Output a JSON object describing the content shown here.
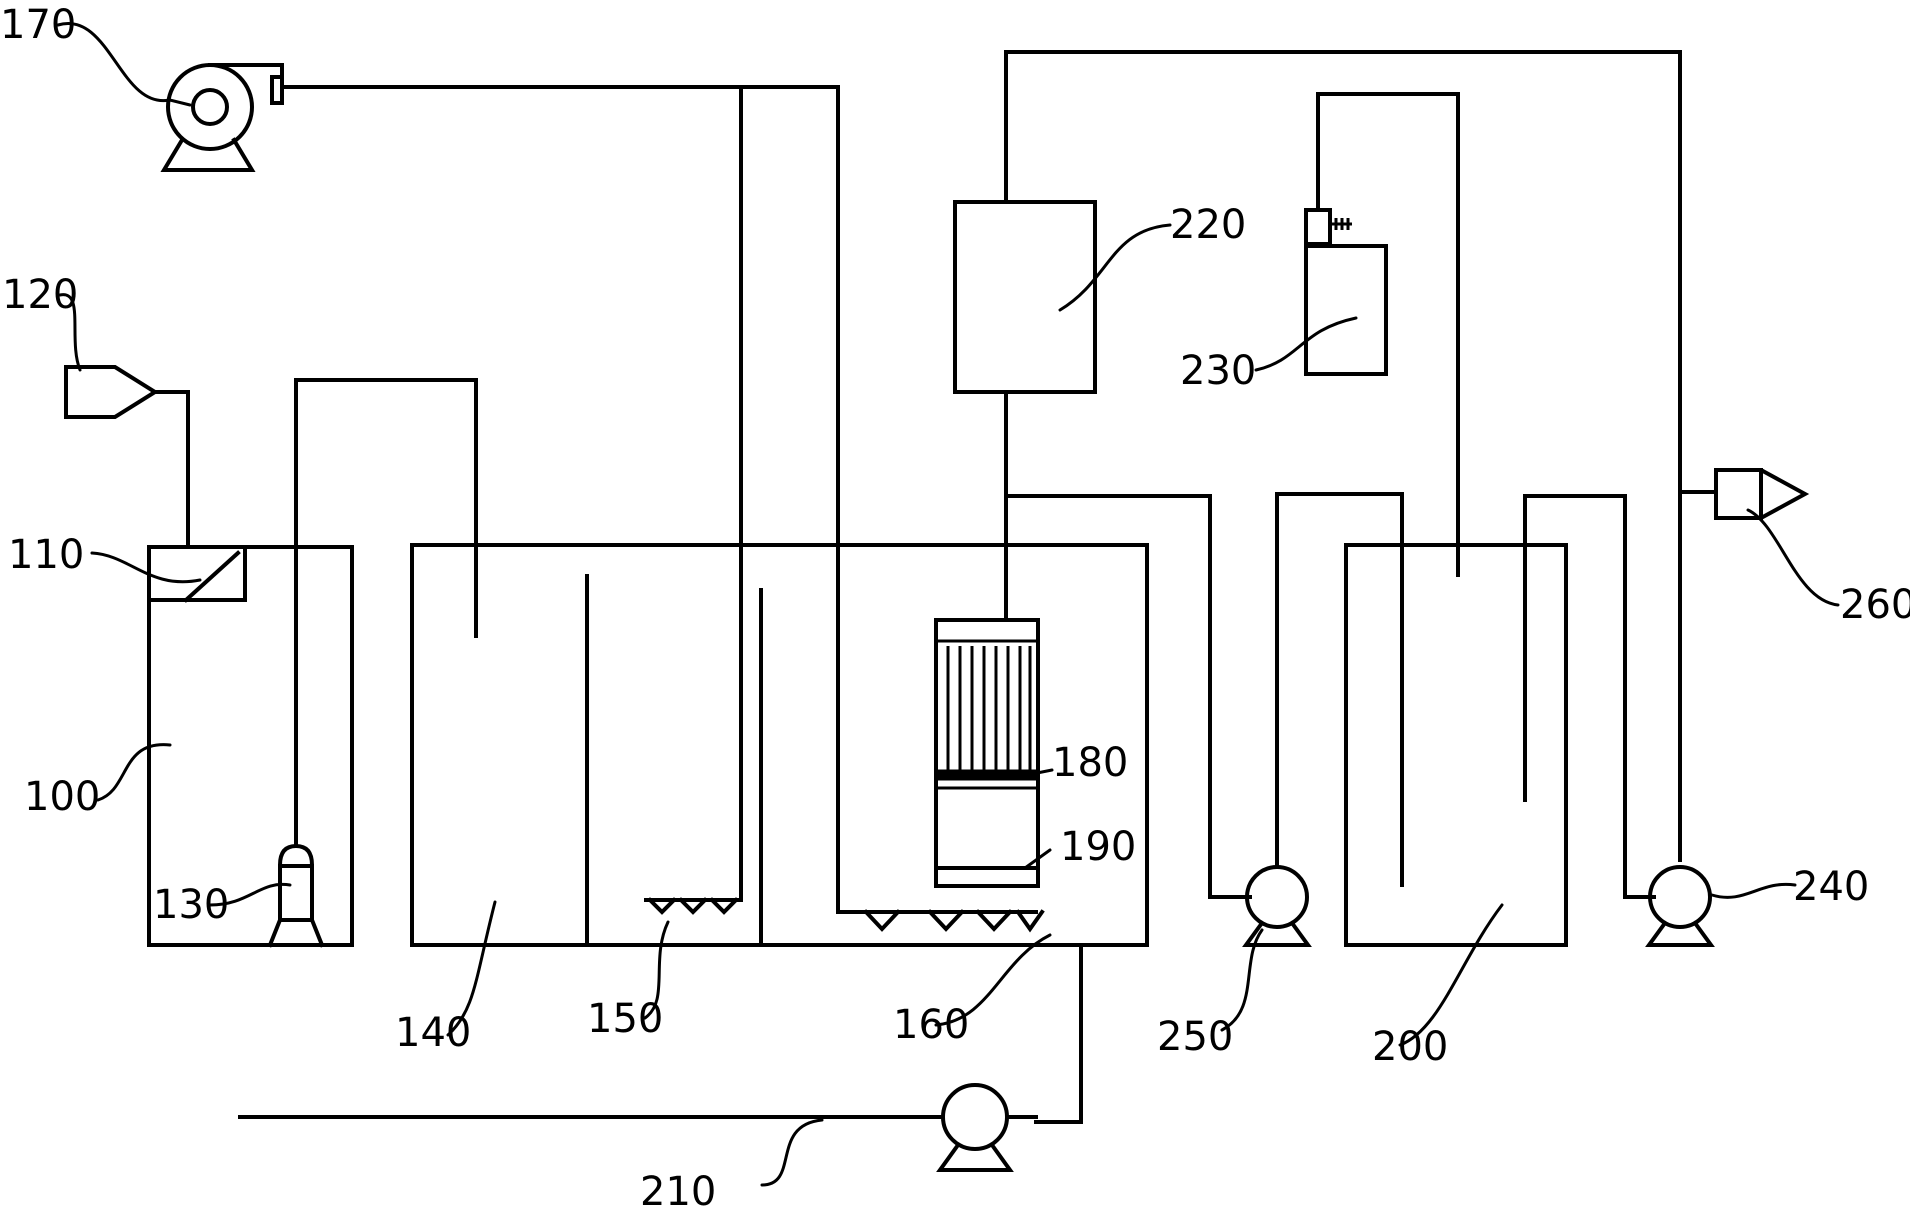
{
  "labels": {
    "l100": "100",
    "l110": "110",
    "l120": "120",
    "l130": "130",
    "l140": "140",
    "l150": "150",
    "l160": "160",
    "l170": "170",
    "l180": "180",
    "l190": "190",
    "l200": "200",
    "l210": "210",
    "l220": "220",
    "l230": "230",
    "l240": "240",
    "l250": "250",
    "l260": "260"
  }
}
